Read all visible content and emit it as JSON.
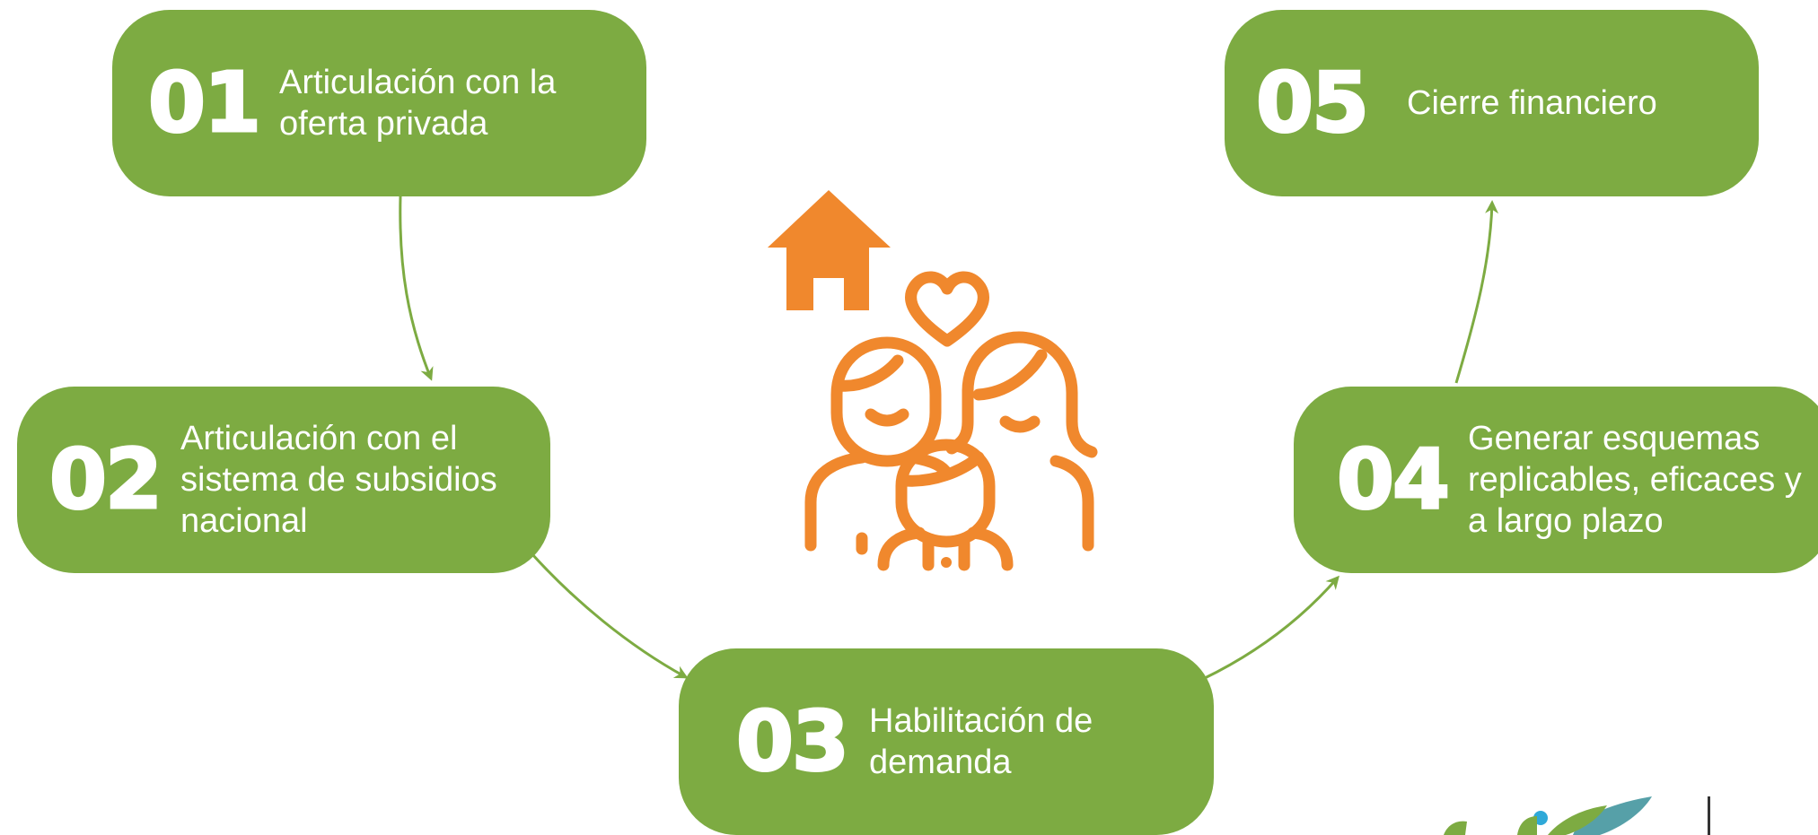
{
  "steps": [
    {
      "number": "01",
      "label": "Articulación con la oferta privada"
    },
    {
      "number": "02",
      "label": "Articulación con el sistema de subsidios nacional"
    },
    {
      "number": "03",
      "label": "Habilitación de demanda"
    },
    {
      "number": "04",
      "label": "Generar esquemas replicables, eficaces y a largo plazo"
    },
    {
      "number": "05",
      "label": "Cierre financiero"
    }
  ],
  "colors": {
    "box": "#7dab42",
    "icon": "#f0882d",
    "arrow": "#7dab42"
  },
  "center_icon": "family-home-heart-icon",
  "corner_logo": "partial-logo-icon"
}
